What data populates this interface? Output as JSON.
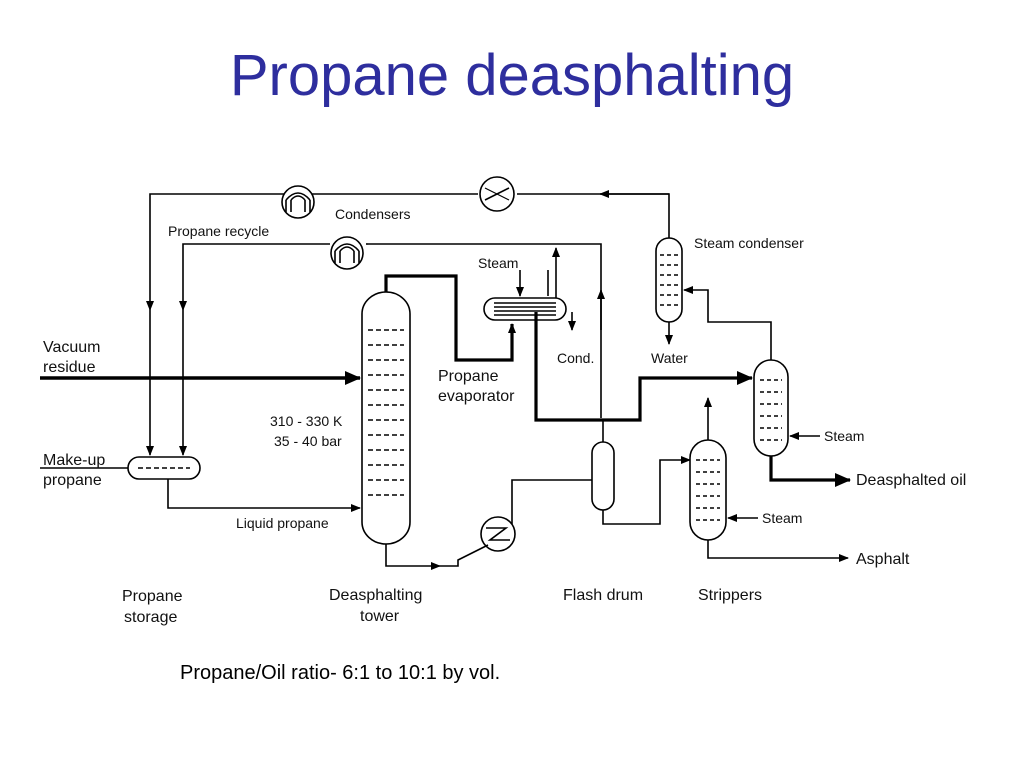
{
  "title": "Propane deasphalting",
  "note": "Propane/Oil ratio- 6:1 to 10:1 by vol.",
  "labels": {
    "condensers": "Condensers",
    "propane_recycle": "Propane recycle",
    "steam_condenser": "Steam condenser",
    "steam_top": "Steam",
    "cond": "Cond.",
    "water": "Water",
    "vacuum_residue_1": "Vacuum",
    "vacuum_residue_2": "residue",
    "propane_evaporator_1": "Propane",
    "propane_evaporator_2": "evaporator",
    "conditions_temp": "310 - 330 K",
    "conditions_pressure": "35 - 40 bar",
    "makeup_1": "Make-up",
    "makeup_2": "propane",
    "liquid_propane": "Liquid propane",
    "steam_upper_stripper": "Steam",
    "deasphalted_oil": "Deasphalted oil",
    "steam_lower_stripper": "Steam",
    "asphalt": "Asphalt",
    "propane_storage_1": "Propane",
    "propane_storage_2": "storage",
    "deasphalting_tower_1": "Deasphalting",
    "deasphalting_tower_2": "tower",
    "flash_drum": "Flash drum",
    "strippers": "Strippers"
  }
}
